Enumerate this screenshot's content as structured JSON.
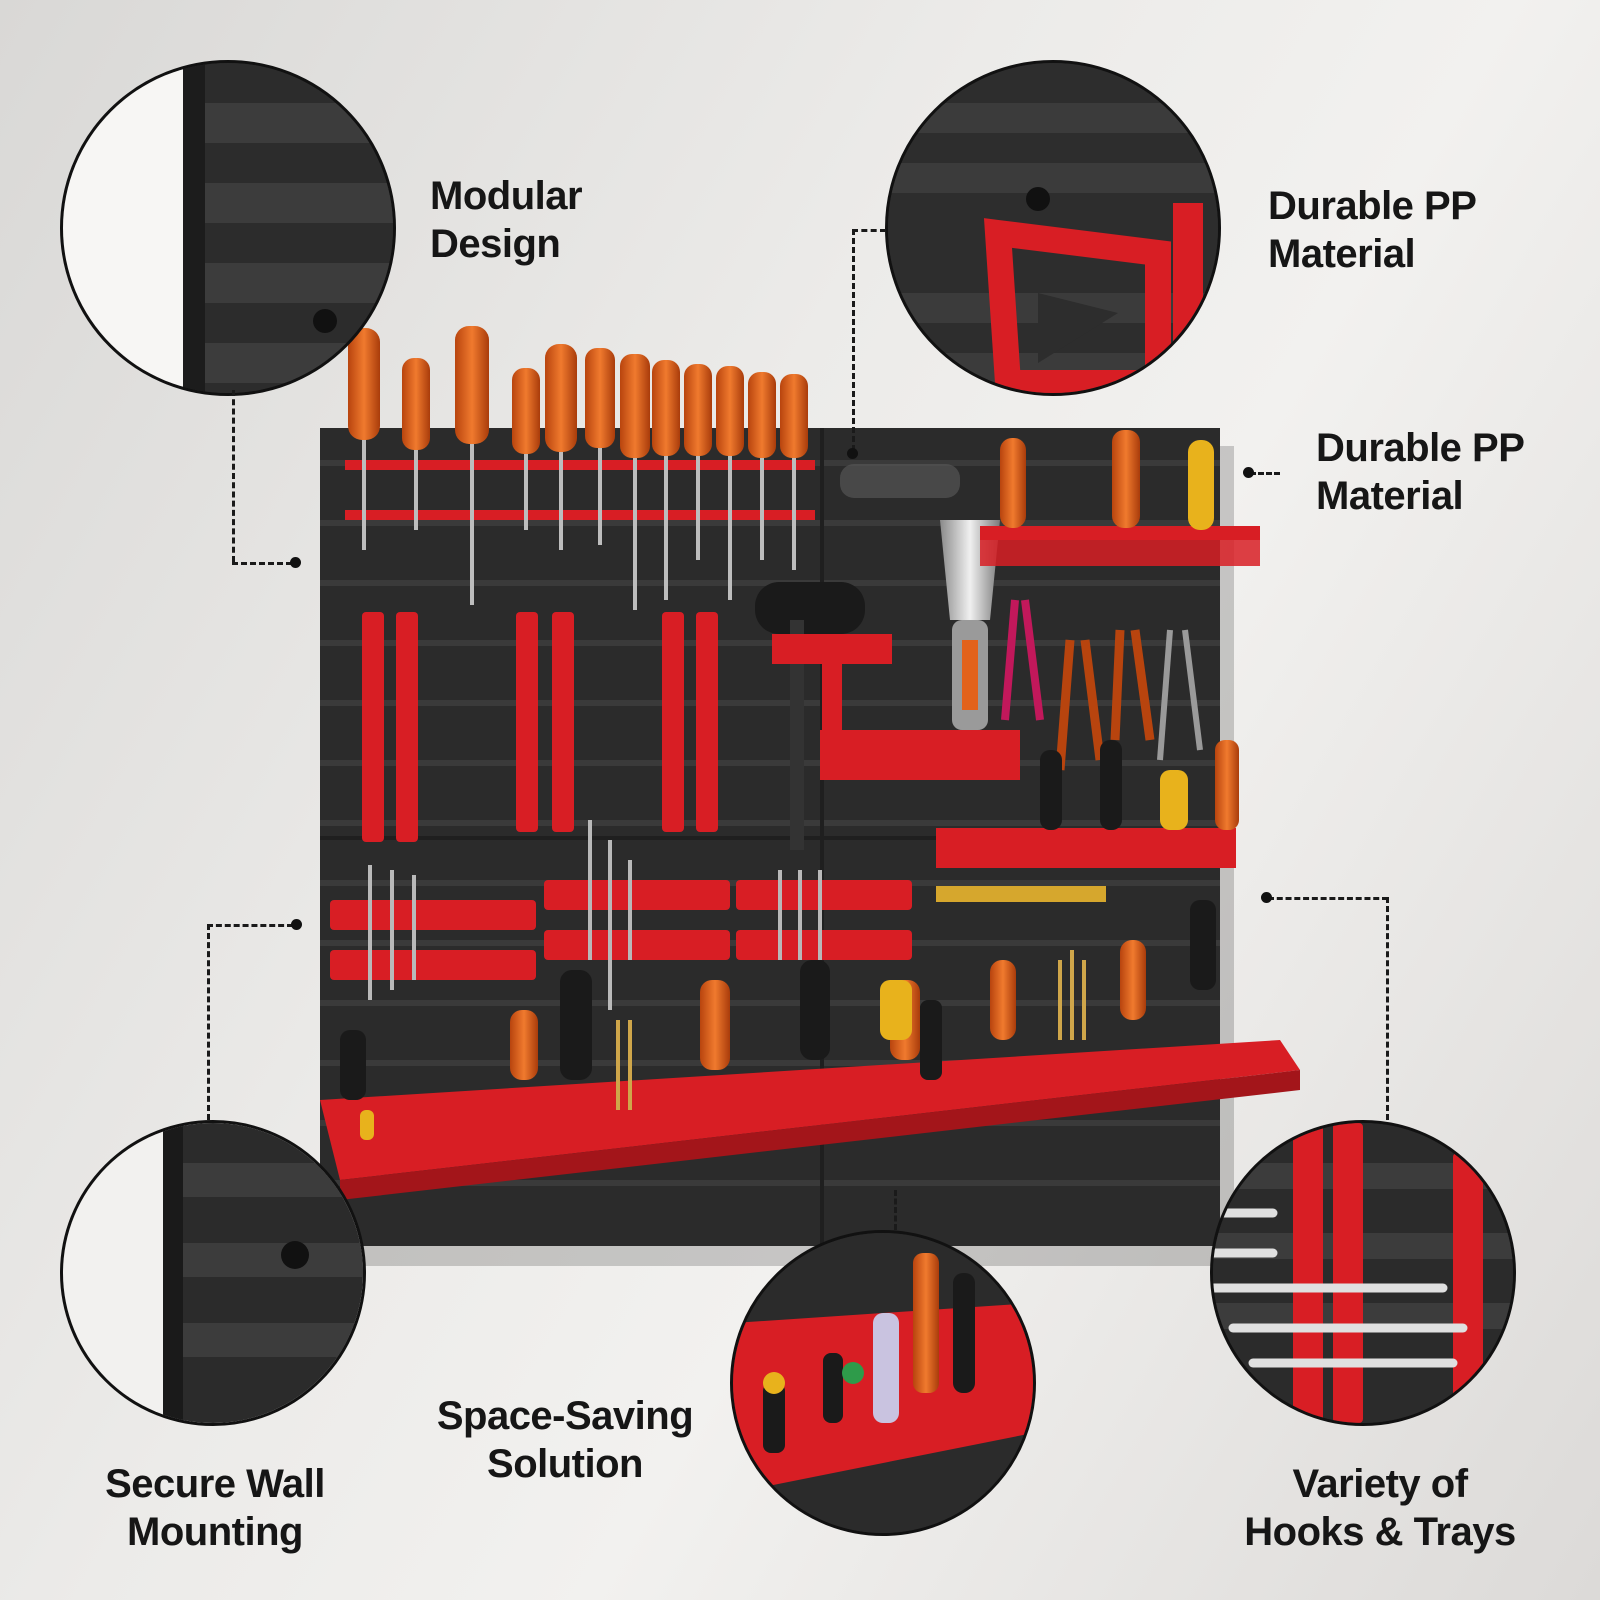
{
  "labels": {
    "modular": [
      "Modular",
      "Design"
    ],
    "durable_top": [
      "Durable PP",
      "Material"
    ],
    "durable_mid": [
      "Durable PP",
      "Material"
    ],
    "secure": [
      "Secure Wall",
      "Mounting"
    ],
    "space": [
      "Space-Saving",
      "Solution"
    ],
    "variety": [
      "Variety of",
      "Hooks & Trays"
    ]
  },
  "colors": {
    "panel": "#2b2b2b",
    "panel_rib": "#3a3a3a",
    "accessory_red": "#d81e24",
    "handle_orange": "#e2621b",
    "text": "#161616"
  },
  "icons": [
    "circle-callout-modular",
    "circle-callout-durable",
    "circle-callout-secure",
    "circle-callout-space",
    "circle-callout-variety"
  ]
}
